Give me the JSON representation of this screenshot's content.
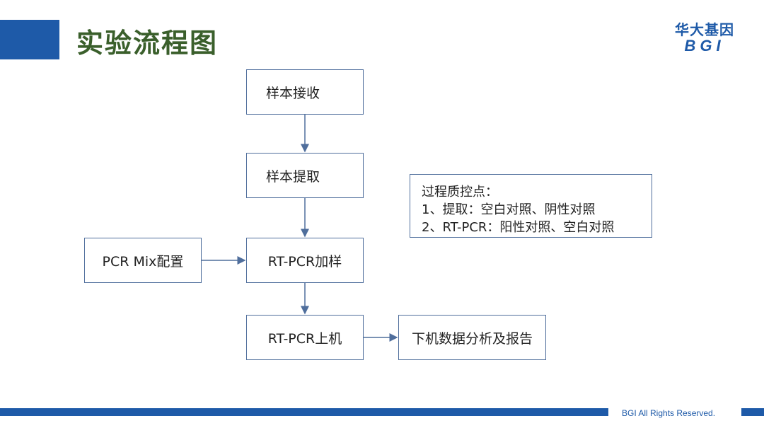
{
  "slide": {
    "title": "实验流程图",
    "logo": {
      "cn": "华大基因",
      "en": "BGI"
    },
    "footer": "BGI All Rights Reserved."
  },
  "flow": {
    "sample_receive": "样本接收",
    "sample_extract": "样本提取",
    "pcr_mix": "PCR Mix配置",
    "rtpcr_load": "RT-PCR加样",
    "rtpcr_run": "RT-PCR上机",
    "analysis_report": "下机数据分析及报告"
  },
  "qc": {
    "heading": "过程质控点：",
    "items": [
      "1、提取：空白对照、阴性对照",
      "2、RT-PCR：阳性对照、空白对照"
    ]
  },
  "colors": {
    "brand_blue": "#1e5aa8",
    "title_green": "#3a5f2b",
    "line": "#4f6e9c"
  }
}
